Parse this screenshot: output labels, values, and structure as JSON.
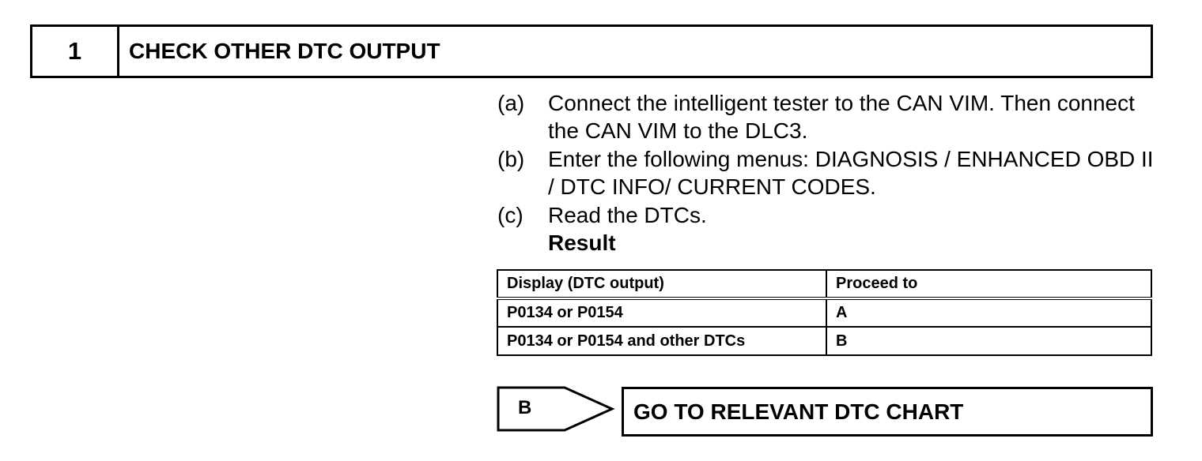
{
  "step": {
    "number": "1",
    "title": "CHECK OTHER DTC OUTPUT"
  },
  "procedure": [
    {
      "marker": "(a)",
      "text": "Connect the intelligent tester to the CAN VIM. Then connect the CAN VIM to the DLC3."
    },
    {
      "marker": "(b)",
      "text": "Enter the following menus: DIAGNOSIS / ENHANCED OBD II / DTC INFO/ CURRENT CODES."
    },
    {
      "marker": "(c)",
      "text": "Read the DTCs."
    }
  ],
  "result_label": "Result",
  "result_table": {
    "headers": [
      "Display (DTC output)",
      "Proceed to"
    ],
    "rows": [
      [
        "P0134 or P0154",
        "A"
      ],
      [
        "P0134 or P0154 and other DTCs",
        "B"
      ]
    ]
  },
  "branch": {
    "label": "B",
    "action": "GO TO RELEVANT DTC CHART"
  }
}
